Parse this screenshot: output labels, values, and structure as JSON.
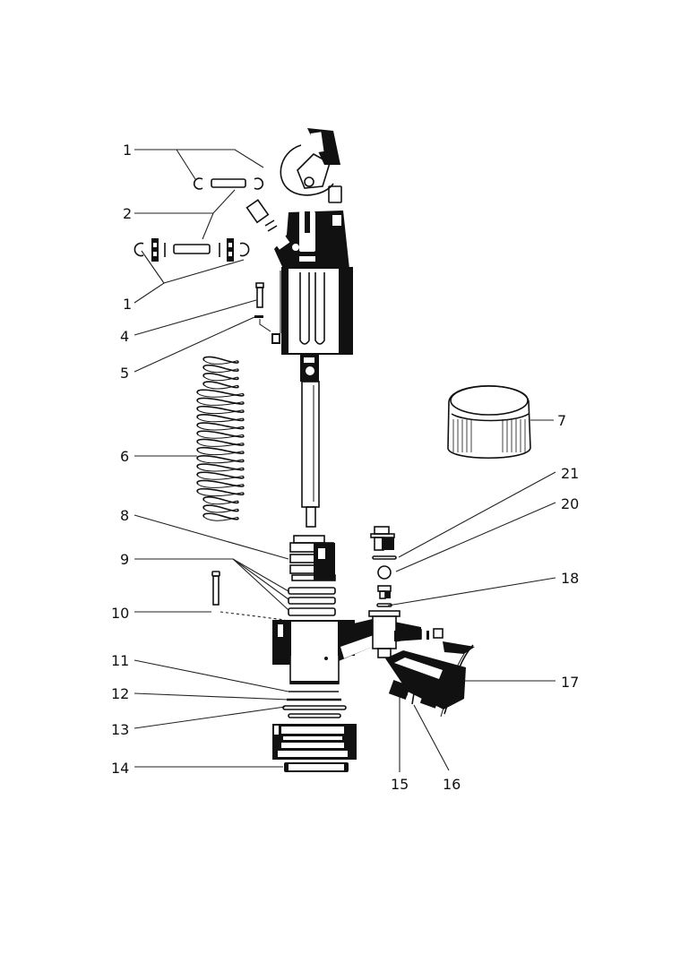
{
  "diagram": {
    "type": "exploded parts diagram",
    "callouts": [
      {
        "id": "1a",
        "label": "1"
      },
      {
        "id": "2",
        "label": "2"
      },
      {
        "id": "1b",
        "label": "1"
      },
      {
        "id": "4",
        "label": "4"
      },
      {
        "id": "5",
        "label": "5"
      },
      {
        "id": "6",
        "label": "6"
      },
      {
        "id": "7",
        "label": "7"
      },
      {
        "id": "21",
        "label": "21"
      },
      {
        "id": "20",
        "label": "20"
      },
      {
        "id": "8",
        "label": "8"
      },
      {
        "id": "9",
        "label": "9"
      },
      {
        "id": "18",
        "label": "18"
      },
      {
        "id": "10",
        "label": "10"
      },
      {
        "id": "11",
        "label": "11"
      },
      {
        "id": "17",
        "label": "17"
      },
      {
        "id": "12",
        "label": "12"
      },
      {
        "id": "13",
        "label": "13"
      },
      {
        "id": "14",
        "label": "14"
      },
      {
        "id": "15",
        "label": "15"
      },
      {
        "id": "16",
        "label": "16"
      }
    ],
    "colors": {
      "ink": "#111111",
      "paper": "#ffffff"
    }
  }
}
